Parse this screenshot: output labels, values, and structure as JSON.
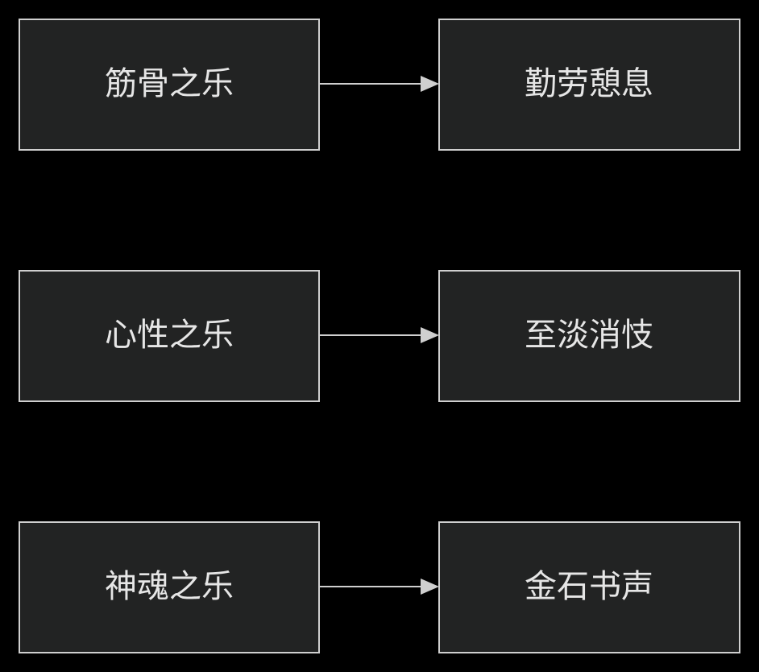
{
  "diagram": {
    "rows": [
      {
        "source": "筋骨之乐",
        "target": "勤劳憩息"
      },
      {
        "source": "心性之乐",
        "target": "至淡消忮"
      },
      {
        "source": "神魂之乐",
        "target": "金石书声"
      }
    ]
  },
  "colors": {
    "background": "#000000",
    "node_fill": "#222323",
    "node_stroke": "#cfcfcf",
    "text": "#e6e6e6",
    "edge": "#cfcfcf"
  }
}
